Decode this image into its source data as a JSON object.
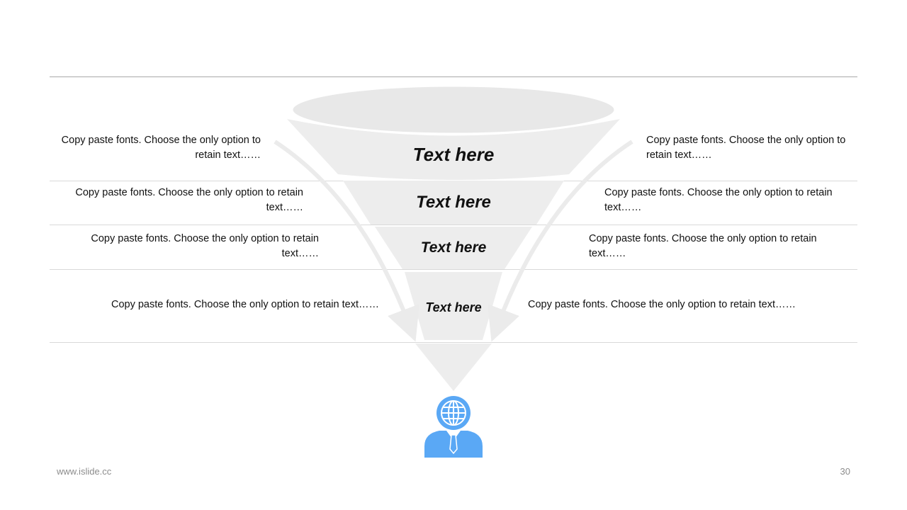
{
  "stages": [
    {
      "label": "Text here",
      "left_text": "Copy paste fonts. Choose the only option to retain text……",
      "right_text": "Copy paste fonts. Choose the only option to retain text……"
    },
    {
      "label": "Text here",
      "left_text": "Copy paste fonts. Choose the only option to retain text……",
      "right_text": "Copy paste fonts. Choose the only option to retain text……"
    },
    {
      "label": "Text here",
      "left_text": "Copy paste fonts. Choose the only option to retain text……",
      "right_text": "Copy paste fonts. Choose the only option to retain text……"
    },
    {
      "label": "Text here",
      "left_text": "Copy paste fonts. Choose the only option to retain text……",
      "right_text": "Copy paste fonts. Choose the only option to retain text……"
    }
  ],
  "icon": {
    "name": "global-business-person-icon",
    "color": "#5aa8f5"
  },
  "funnel_color": "#ededed",
  "footer": {
    "website": "www.islide.cc",
    "page_number": "30"
  }
}
